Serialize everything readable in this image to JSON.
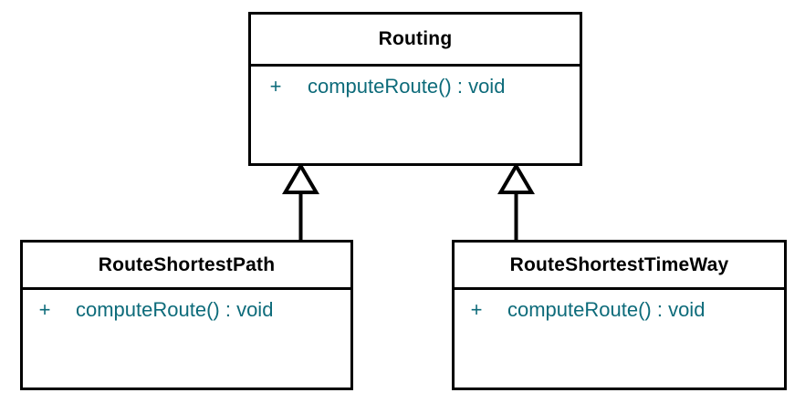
{
  "diagram": {
    "type": "uml-class-diagram",
    "background_color": "#ffffff",
    "line_color": "#000000",
    "class_name_color": "#000000",
    "member_text_color": "#0d6b7a",
    "classes": [
      {
        "id": "routing",
        "name": "Routing",
        "role": "superclass",
        "members": [
          {
            "visibility": "+",
            "signature": "computeRoute() : void",
            "kind": "operation"
          }
        ]
      },
      {
        "id": "route-shortest-path",
        "name": "RouteShortestPath",
        "role": "subclass",
        "members": [
          {
            "visibility": "+",
            "signature": "computeRoute() : void",
            "kind": "operation"
          }
        ]
      },
      {
        "id": "route-shortest-time-way",
        "name": "RouteShortestTimeWay",
        "role": "subclass",
        "members": [
          {
            "visibility": "+",
            "signature": "computeRoute() : void",
            "kind": "operation"
          }
        ]
      }
    ],
    "relationships": [
      {
        "id": "generalization-left",
        "type": "generalization",
        "from": "RouteShortestPath",
        "to": "Routing",
        "arrow": "hollow-triangle"
      },
      {
        "id": "generalization-right",
        "type": "generalization",
        "from": "RouteShortestTimeWay",
        "to": "Routing",
        "arrow": "hollow-triangle"
      }
    ]
  }
}
